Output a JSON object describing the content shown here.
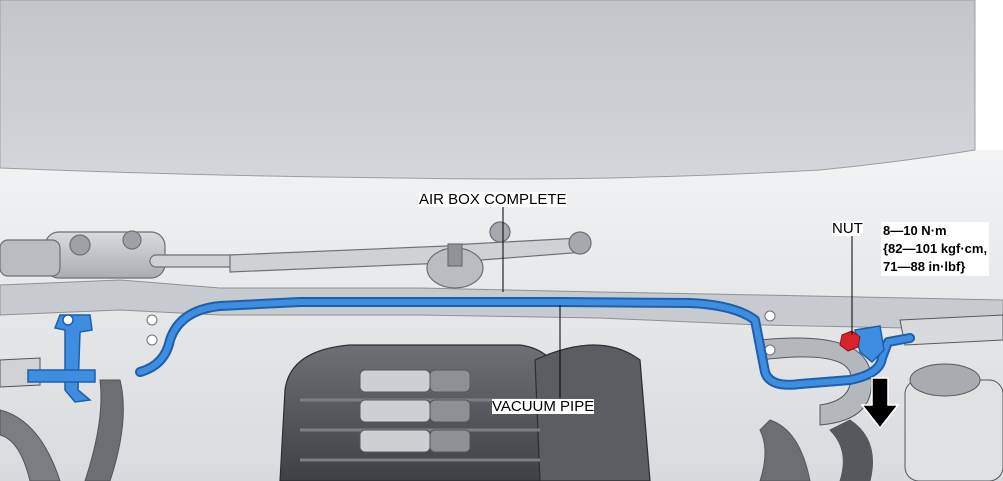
{
  "callouts": {
    "air_box_complete": "AIR BOX COMPLETE",
    "vacuum_pipe": "VACUUM PIPE",
    "nut": "NUT"
  },
  "torque_spec": {
    "line1": "8—10 N·m",
    "line2": "{82—101 kgf·cm,",
    "line3": "71—88 in·lbf}"
  },
  "colors": {
    "highlight_part": "#2f7fd0",
    "fastener_highlight": "#d9232a",
    "hood": "#c9ccd1",
    "engine_bay": "#e3e5e8"
  },
  "icons": {
    "direction_arrow": "arrow-down-icon"
  }
}
